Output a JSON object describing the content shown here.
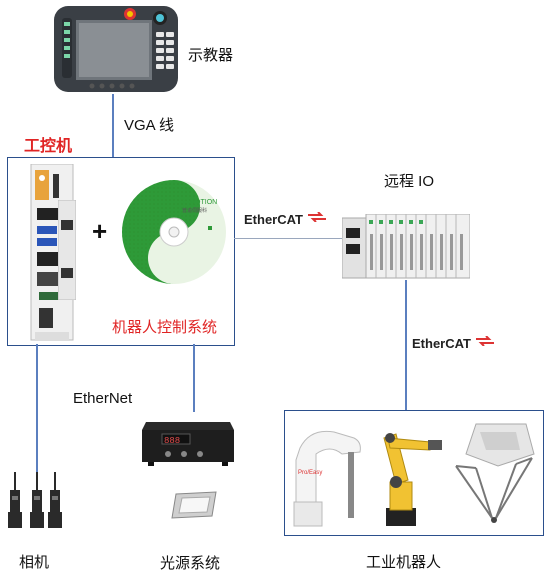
{
  "labels": {
    "teach_pendant": "示教器",
    "vga_line": "VGA 线",
    "ipc": "工控机",
    "plus": "+",
    "robot_control_system": "机器人控制系统",
    "remote_io": "远程 IO",
    "ethernet": "EtherNet",
    "camera": "相机",
    "light_source": "光源系统",
    "industrial_robot": "工业机器人"
  },
  "ethercat": {
    "ether": "Ether",
    "cat": "CAT"
  },
  "cd": {
    "brand": "RTMOTION",
    "brand_cn": "普追伺服科"
  },
  "robots": {
    "scara_brand": "Pro/Easy"
  },
  "light_controller": {
    "display": "888"
  },
  "colors": {
    "frame": "#2b4f8c",
    "connector": "#5b7fbf",
    "accent_red": "#e02424"
  }
}
